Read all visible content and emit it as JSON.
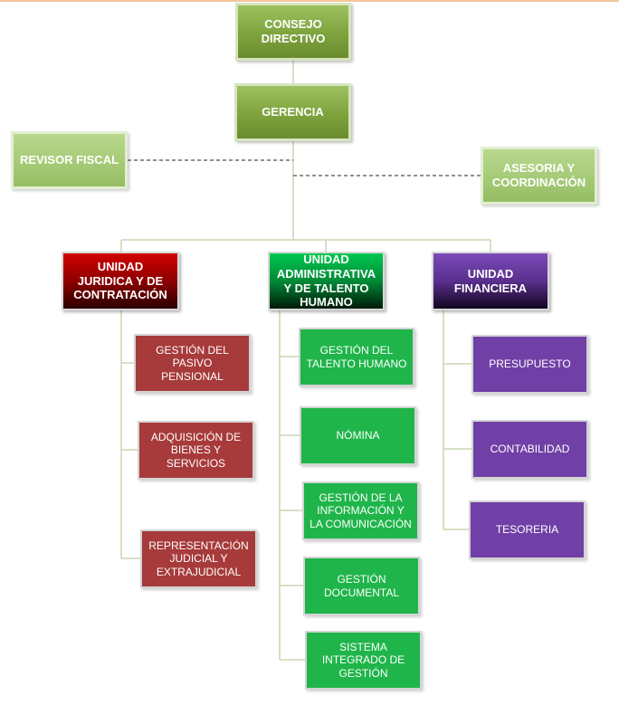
{
  "colors": {
    "connector": "#c8d7b2",
    "dashed": "#222222",
    "juridica": "#a73a3a",
    "administrativa": "#1fb54a",
    "financiera": "#7040a6",
    "top": "#7ea33d",
    "side": "#a4c975"
  },
  "org": {
    "consejo": "CONSEJO DIRECTIVO",
    "gerencia": "GERENCIA",
    "revisor": "REVISOR FISCAL",
    "asesoria": "ASESORIA Y COORDINACIÓN",
    "units": {
      "juridica": {
        "title": "UNIDAD JURIDICA Y DE CONTRATACIÓN",
        "items": [
          "GESTIÓN DEL PASIVO PENSIONAL",
          "ADQUISICIÓN DE BIENES Y SERVICIOS",
          "REPRESENTACIÓN JUDICIAL Y EXTRAJUDICIAL"
        ]
      },
      "administrativa": {
        "title": "UNIDAD ADMINISTRATIVA Y DE TALENTO HUMANO",
        "items": [
          "GESTIÓN DEL TALENTO HUMANO",
          "NÓMINA",
          "GESTIÓN DE LA INFORMACIÓN Y LA COMUNICACIÓN",
          "GESTIÓN DOCUMENTAL",
          "SISTEMA INTEGRADO DE GESTIÓN"
        ]
      },
      "financiera": {
        "title": "UNIDAD FINANCIERA",
        "items": [
          "PRESUPUESTO",
          "CONTABILIDAD",
          "TESORERIA"
        ]
      }
    }
  }
}
